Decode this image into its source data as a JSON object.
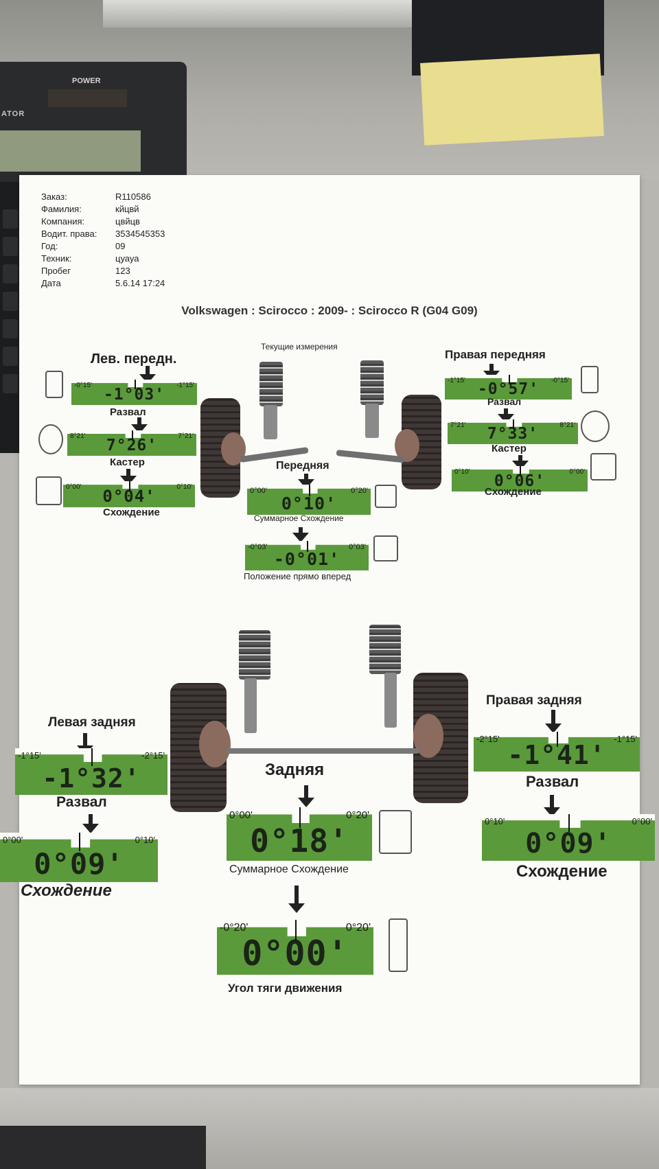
{
  "header": {
    "fields": [
      {
        "label": "Заказ:",
        "value": "R110586"
      },
      {
        "label": "Фамилия:",
        "value": "кйцвй"
      },
      {
        "label": "Компания:",
        "value": "цвйцв"
      },
      {
        "label": "Водит. права:",
        "value": "3534545353"
      },
      {
        "label": "Год:",
        "value": "09"
      },
      {
        "label": "Техник:",
        "value": "цуауа"
      },
      {
        "label": "Пробег",
        "value": "123"
      },
      {
        "label": "Дата",
        "value": "5.6.14 17:24"
      }
    ],
    "vehicle": "Volkswagen : Scirocco : 2009- : Scirocco R (G04 G09)",
    "subtitle": "Текущие измерения"
  },
  "front": {
    "left_title": "Лев. передн.",
    "right_title": "Правая передняя",
    "axle_title": "Передняя",
    "left": {
      "camber": {
        "lo": "-0°15'",
        "hi": "-1°15'",
        "value": "-1°03'",
        "label": "Развал"
      },
      "caster": {
        "lo": "8°21'",
        "hi": "7°21'",
        "value": "7°26'",
        "label": "Кастер"
      },
      "toe": {
        "lo": "0°00'",
        "hi": "0°10'",
        "value": "0°04'",
        "label": "Схождение"
      }
    },
    "right": {
      "camber": {
        "lo": "-1°15'",
        "hi": "-0°15'",
        "value": "-0°57'",
        "label": "Развал"
      },
      "caster": {
        "lo": "7°21'",
        "hi": "8°21'",
        "value": "7°33'",
        "label": "Кастер"
      },
      "toe": {
        "lo": "0°10'",
        "hi": "0°00'",
        "value": "0°06'",
        "label": "Схождение"
      }
    },
    "total_toe": {
      "lo": "0°00'",
      "hi": "0°20'",
      "value": "0°10'",
      "label": "Суммарное Схождение"
    },
    "straight_ahead": {
      "lo": "-0°03'",
      "hi": "0°03'",
      "value": "-0°01'",
      "label": "Положение прямо вперед"
    }
  },
  "rear": {
    "left_title": "Левая задняя",
    "right_title": "Правая задняя",
    "axle_title": "Задняя",
    "left": {
      "camber": {
        "lo": "-1°15'",
        "hi": "-2°15'",
        "value": "-1°32'",
        "label": "Развал"
      },
      "toe": {
        "lo": "0°00'",
        "hi": "0°10'",
        "value": "0°09'",
        "label": "Схождение"
      }
    },
    "right": {
      "camber": {
        "lo": "-2°15'",
        "hi": "-1°15'",
        "value": "-1°41'",
        "label": "Развал"
      },
      "toe": {
        "lo": "0°10'",
        "hi": "0°00'",
        "value": "0°09'",
        "label": "Схождение"
      }
    },
    "total_toe": {
      "lo": "0°00'",
      "hi": "0°20'",
      "value": "0°18'",
      "label": "Суммарное Схождение"
    },
    "thrust_angle": {
      "lo": "-0°20'",
      "hi": "0°20'",
      "value": "0°00'",
      "label": "Угол тяги движения"
    }
  },
  "desk": {
    "calculator_brand": "ATOR",
    "calculator_power": "POWER"
  },
  "colors": {
    "gauge_green": "#5a9a3a",
    "paper": "#fbfbf8"
  }
}
